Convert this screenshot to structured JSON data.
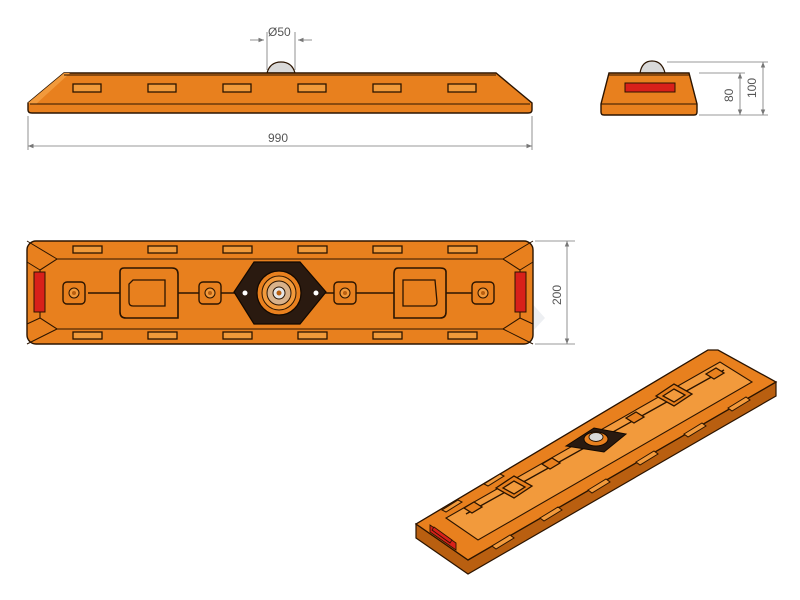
{
  "drawing": {
    "dimensions": {
      "stud_diameter": "Ø50",
      "total_length": "990",
      "side_height_body": "80",
      "side_height_total": "100",
      "width": "200"
    },
    "colors": {
      "body": "#e8801e",
      "body_light": "#f29a3c",
      "body_dark": "#b95f10",
      "outline": "#2b1400",
      "reflector": "#d8201a",
      "stud": "#d9d9d9",
      "center_plate": "#2a1a10",
      "dimension": "#777777"
    }
  }
}
